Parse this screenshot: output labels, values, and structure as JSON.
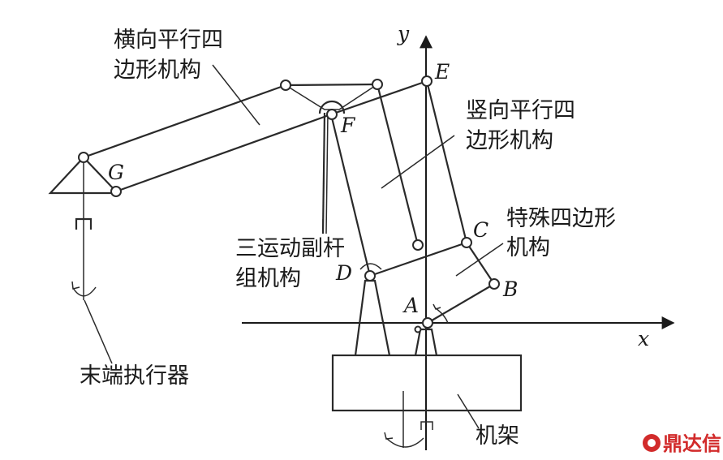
{
  "labels": {
    "horizontal_parallelogram_line1": "横向平行四",
    "horizontal_parallelogram_line2": "边形机构",
    "vertical_parallelogram_line1": "竖向平行四",
    "vertical_parallelogram_line2": "边形机构",
    "special_four_bar_line1": "特殊四边形",
    "special_four_bar_line2": "机构",
    "three_motion_pair_line1": "三运动副杆",
    "three_motion_pair_line2": "组机构",
    "end_effector": "末端执行器",
    "frame": "机架"
  },
  "points": {
    "A": "A",
    "B": "B",
    "C": "C",
    "D": "D",
    "E": "E",
    "F": "F",
    "G": "G"
  },
  "axes": {
    "x": "x",
    "y": "y"
  },
  "watermark": "鼎达信",
  "colors": {
    "line": "#2a2a2a",
    "watermark": "#d22b2b"
  }
}
